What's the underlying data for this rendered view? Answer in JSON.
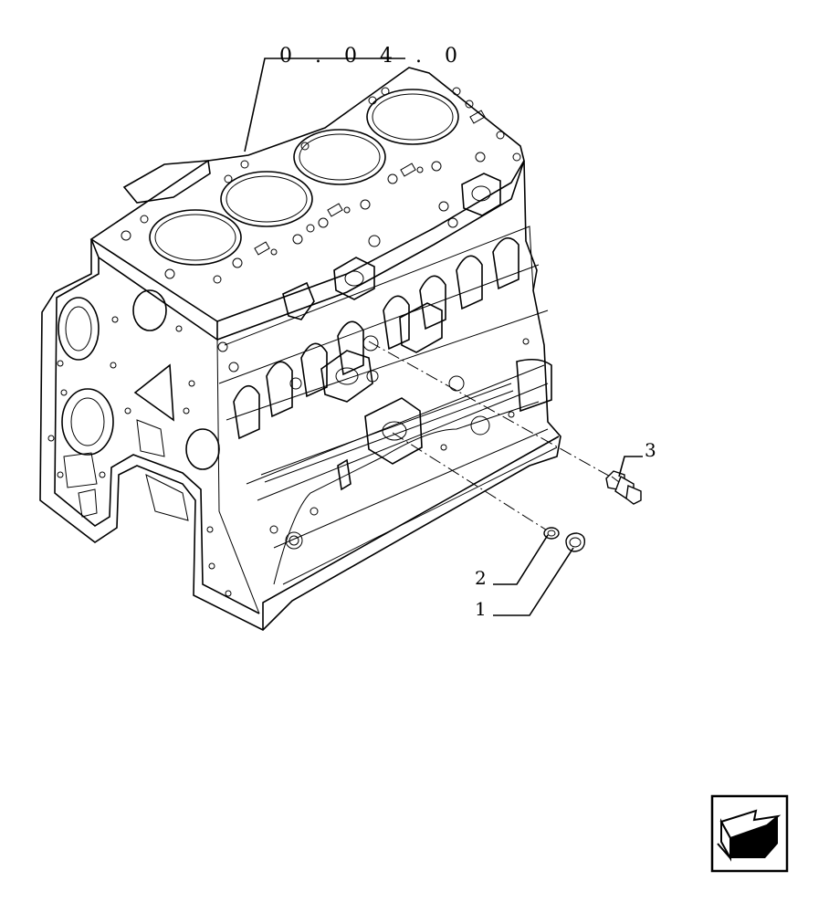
{
  "diagram": {
    "reference_label": "0.04.0",
    "reference_label_spaced": "0 . 0 4 . 0",
    "callouts": [
      {
        "id": "1",
        "text": "1"
      },
      {
        "id": "2",
        "text": "2"
      },
      {
        "id": "3",
        "text": "3"
      }
    ]
  },
  "nav": {
    "icon": "arrow-back-icon"
  }
}
